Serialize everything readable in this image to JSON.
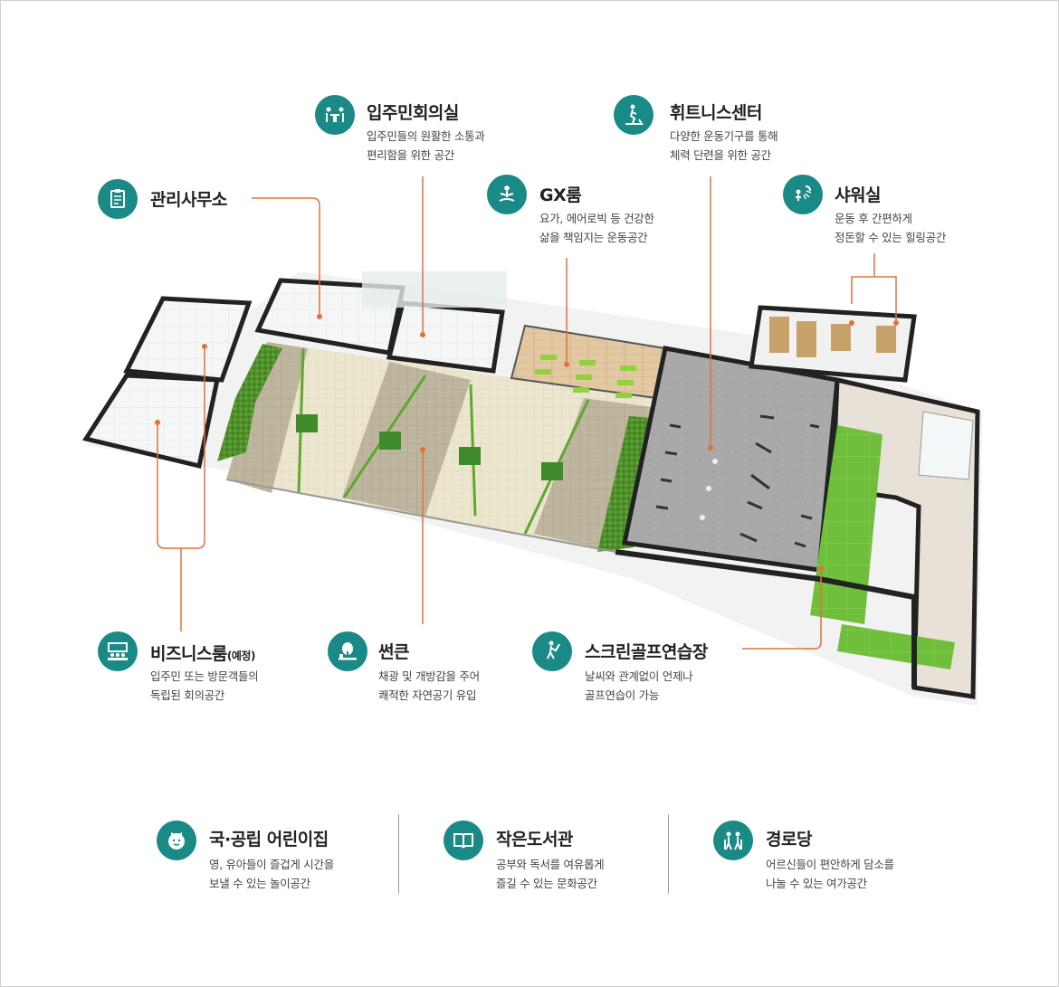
{
  "colors": {
    "accent": "#1a8a86",
    "leader": "#e2703a",
    "green": "#5fa82f",
    "plaza": "#d8ccb0"
  },
  "callouts": {
    "management": {
      "icon": "clipboard-icon",
      "title": "관리사무소"
    },
    "meeting": {
      "icon": "meeting-table-icon",
      "title": "입주민회의실",
      "desc1": "입주민들의 원활한 소통과",
      "desc2": "편리함을 위한 공간"
    },
    "gx": {
      "icon": "yoga-icon",
      "title": "GX룸",
      "desc1": "요가, 에어로빅 등 건강한",
      "desc2": "삶을 책임지는 운동공간"
    },
    "fitness": {
      "icon": "treadmill-icon",
      "title": "휘트니스센터",
      "desc1": "다양한 운동기구를 통해",
      "desc2": "체력 단련을 위한 공간"
    },
    "shower": {
      "icon": "shower-icon",
      "title": "샤워실",
      "desc1": "운동 후 간편하게",
      "desc2": "정돈할 수 있는 힐링공간"
    },
    "business": {
      "icon": "conference-icon",
      "title": "비즈니스룸",
      "title_note": "(예정)",
      "desc1": "입주민 또는 방문객들의",
      "desc2": "독립된 회의공간"
    },
    "sunken": {
      "icon": "tree-icon",
      "title": "썬큰",
      "desc1": "채광 및 개방감을 주어",
      "desc2": "쾌적한 자연공기 유입"
    },
    "golf": {
      "icon": "golfer-icon",
      "title": "스크린골프연습장",
      "desc1": "날씨와 관계없이 언제나",
      "desc2": "골프연습이 가능"
    }
  },
  "bottom": [
    {
      "icon": "child-face-icon",
      "title": "국·공립 어린이집",
      "desc1": "영, 유아들이 즐겁게 시간을",
      "desc2": "보낼 수 있는 놀이공간"
    },
    {
      "icon": "book-icon",
      "title": "작은도서관",
      "desc1": "공부와 독서를 여유롭게",
      "desc2": "즐길 수 있는 문화공간"
    },
    {
      "icon": "elderly-couple-icon",
      "title": "경로당",
      "desc1": "어르신들이 편안하게 담소를",
      "desc2": "나눌 수 있는 여가공간"
    }
  ]
}
